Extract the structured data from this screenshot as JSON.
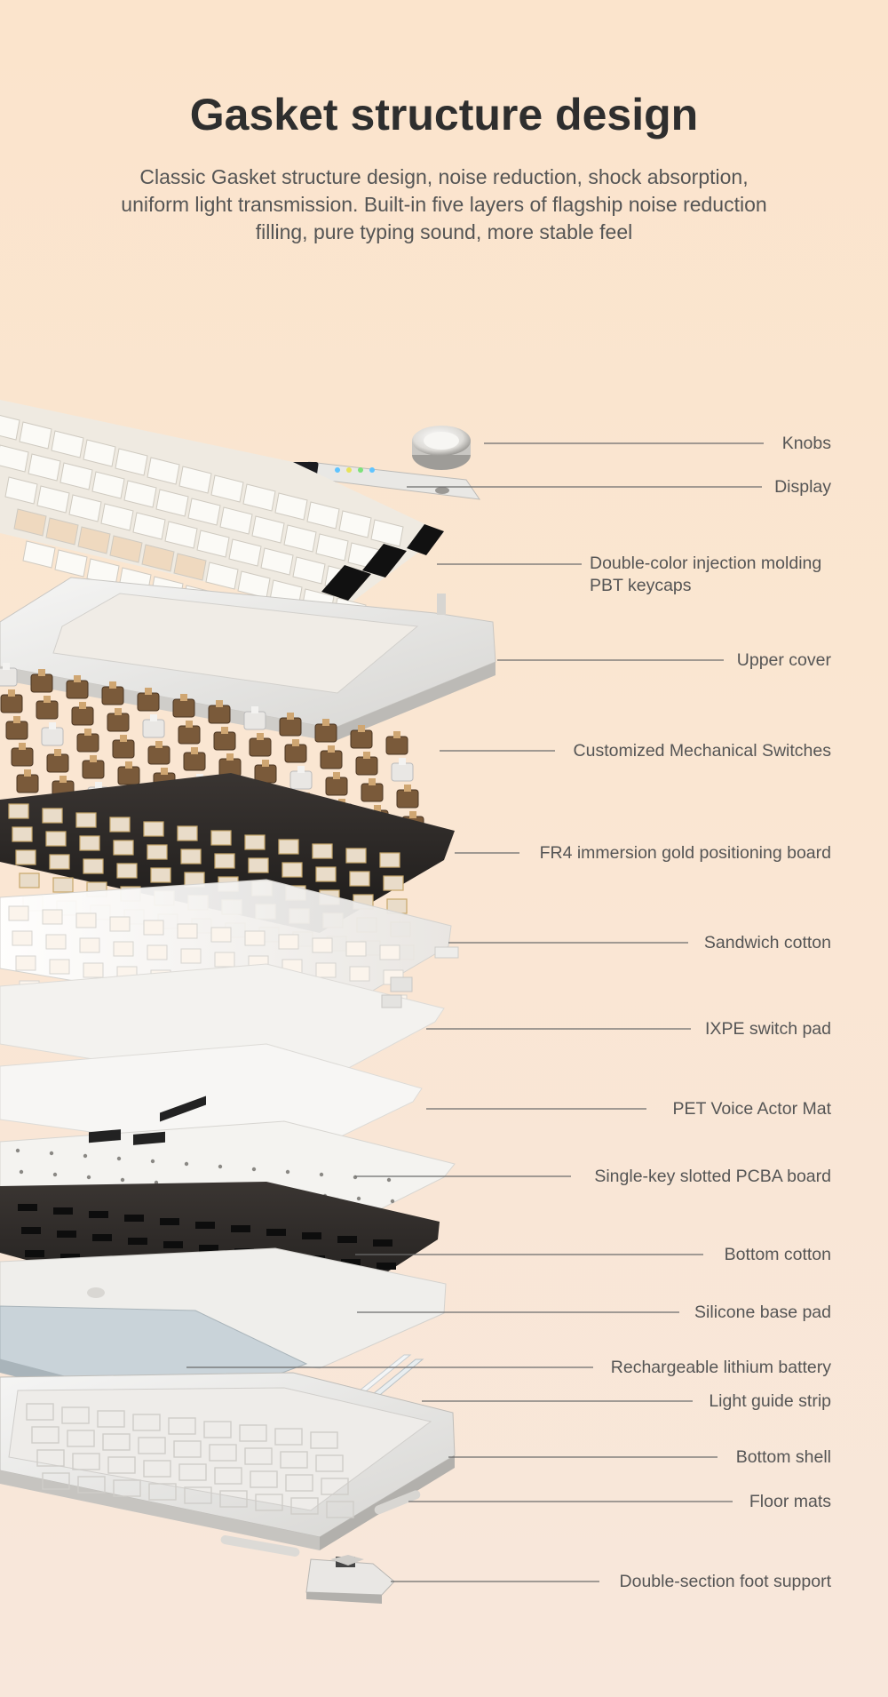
{
  "title": "Gasket structure design",
  "subtitle": [
    "Classic Gasket structure design, noise reduction, shock absorption,",
    "uniform light transmission. Built-in five layers of flagship noise reduction",
    "filling, pure typing sound, more stable feel"
  ],
  "colors": {
    "background_top": "#fbe4cc",
    "background_bottom": "#f8e7db",
    "title": "#2e2e2e",
    "text": "#555555",
    "leader_line": "#6b6b6b",
    "keycap": "#f4f1ea",
    "switch": "#7a5a3a",
    "positioning_board": "#2f2a26",
    "bottom_cotton": "#1e1e1e"
  },
  "layers": [
    {
      "id": "knobs",
      "label": "Knobs"
    },
    {
      "id": "display",
      "label": "Display"
    },
    {
      "id": "keycaps",
      "label": "Double-color injection molding PBT keycaps"
    },
    {
      "id": "upper-cover",
      "label": "Upper cover"
    },
    {
      "id": "switches",
      "label": "Customized Mechanical Switches"
    },
    {
      "id": "fr4-board",
      "label": "FR4 immersion gold positioning board"
    },
    {
      "id": "sandwich-cotton",
      "label": "Sandwich cotton"
    },
    {
      "id": "ixpe-pad",
      "label": "IXPE switch pad"
    },
    {
      "id": "pet-mat",
      "label": "PET Voice Actor Mat"
    },
    {
      "id": "pcba-board",
      "label": "Single-key slotted PCBA board"
    },
    {
      "id": "bottom-cotton",
      "label": "Bottom cotton"
    },
    {
      "id": "silicone-pad",
      "label": "Silicone base pad"
    },
    {
      "id": "battery",
      "label": "Rechargeable lithium battery"
    },
    {
      "id": "light-guide",
      "label": "Light guide strip"
    },
    {
      "id": "bottom-shell",
      "label": "Bottom shell"
    },
    {
      "id": "floor-mats",
      "label": "Floor mats"
    },
    {
      "id": "foot-support",
      "label": "Double-section foot support"
    }
  ]
}
